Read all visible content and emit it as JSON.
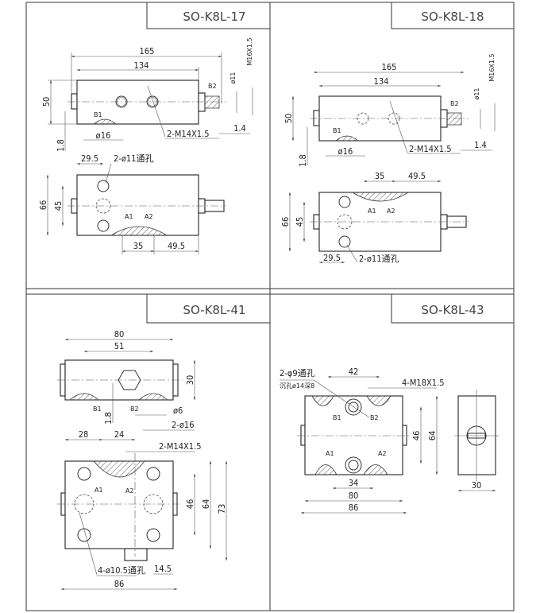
{
  "panels": [
    {
      "title": "SO-K8L-17",
      "dims": {
        "d165": "165",
        "d134": "134",
        "d50": "50",
        "d18": "1.8",
        "d16": "ø16",
        "m14": "2-M14X1.5",
        "d14": "1.4",
        "m16": "M16X1.5",
        "d11": "ø11",
        "d295": "29.5",
        "holes": "2-ø11通孔",
        "d66": "66",
        "d45": "45",
        "d35": "35",
        "d495": "49.5"
      },
      "ports": {
        "b1": "B1",
        "b2": "B2",
        "a1": "A1",
        "a2": "A2"
      }
    },
    {
      "title": "SO-K8L-18",
      "dims": {
        "d165": "165",
        "d134": "134",
        "d50": "50",
        "d18": "1.8",
        "d16": "ø16",
        "m14": "2-M14X1.5",
        "d14": "1.4",
        "m16": "M16X1.5",
        "d11": "ø11",
        "d295": "29.5",
        "holes": "2-ø11通孔",
        "d66": "66",
        "d45": "45",
        "d35": "35",
        "d495": "49.5"
      },
      "ports": {
        "b1": "B1",
        "b2": "B2",
        "a1": "A1",
        "a2": "A2"
      }
    },
    {
      "title": "SO-K8L-41",
      "dims": {
        "d80": "80",
        "d51": "51",
        "d30": "30",
        "d18": "1.8",
        "d6": "ø6",
        "d16": "2-ø16",
        "d28": "28",
        "d24": "24",
        "m14": "2-M14X1.5",
        "d46": "46",
        "d64": "64",
        "d73": "73",
        "d145": "14.5",
        "holes": "4-ø10.5通孔",
        "d86": "86"
      },
      "ports": {
        "b1": "B1",
        "b2": "B2",
        "a1": "A1",
        "a2": "A2"
      }
    },
    {
      "title": "SO-K8L-43",
      "dims": {
        "holes": "2-φ9通孔",
        "counterbore": "沉孔ø14深8",
        "d42": "42",
        "m18": "4-M18X1.5",
        "d46": "46",
        "d64": "64",
        "d34": "34",
        "d80": "80",
        "d86": "86",
        "d30": "30"
      },
      "ports": {
        "b1": "B1",
        "b2": "B2",
        "a1": "A1",
        "a2": "A2"
      }
    }
  ]
}
